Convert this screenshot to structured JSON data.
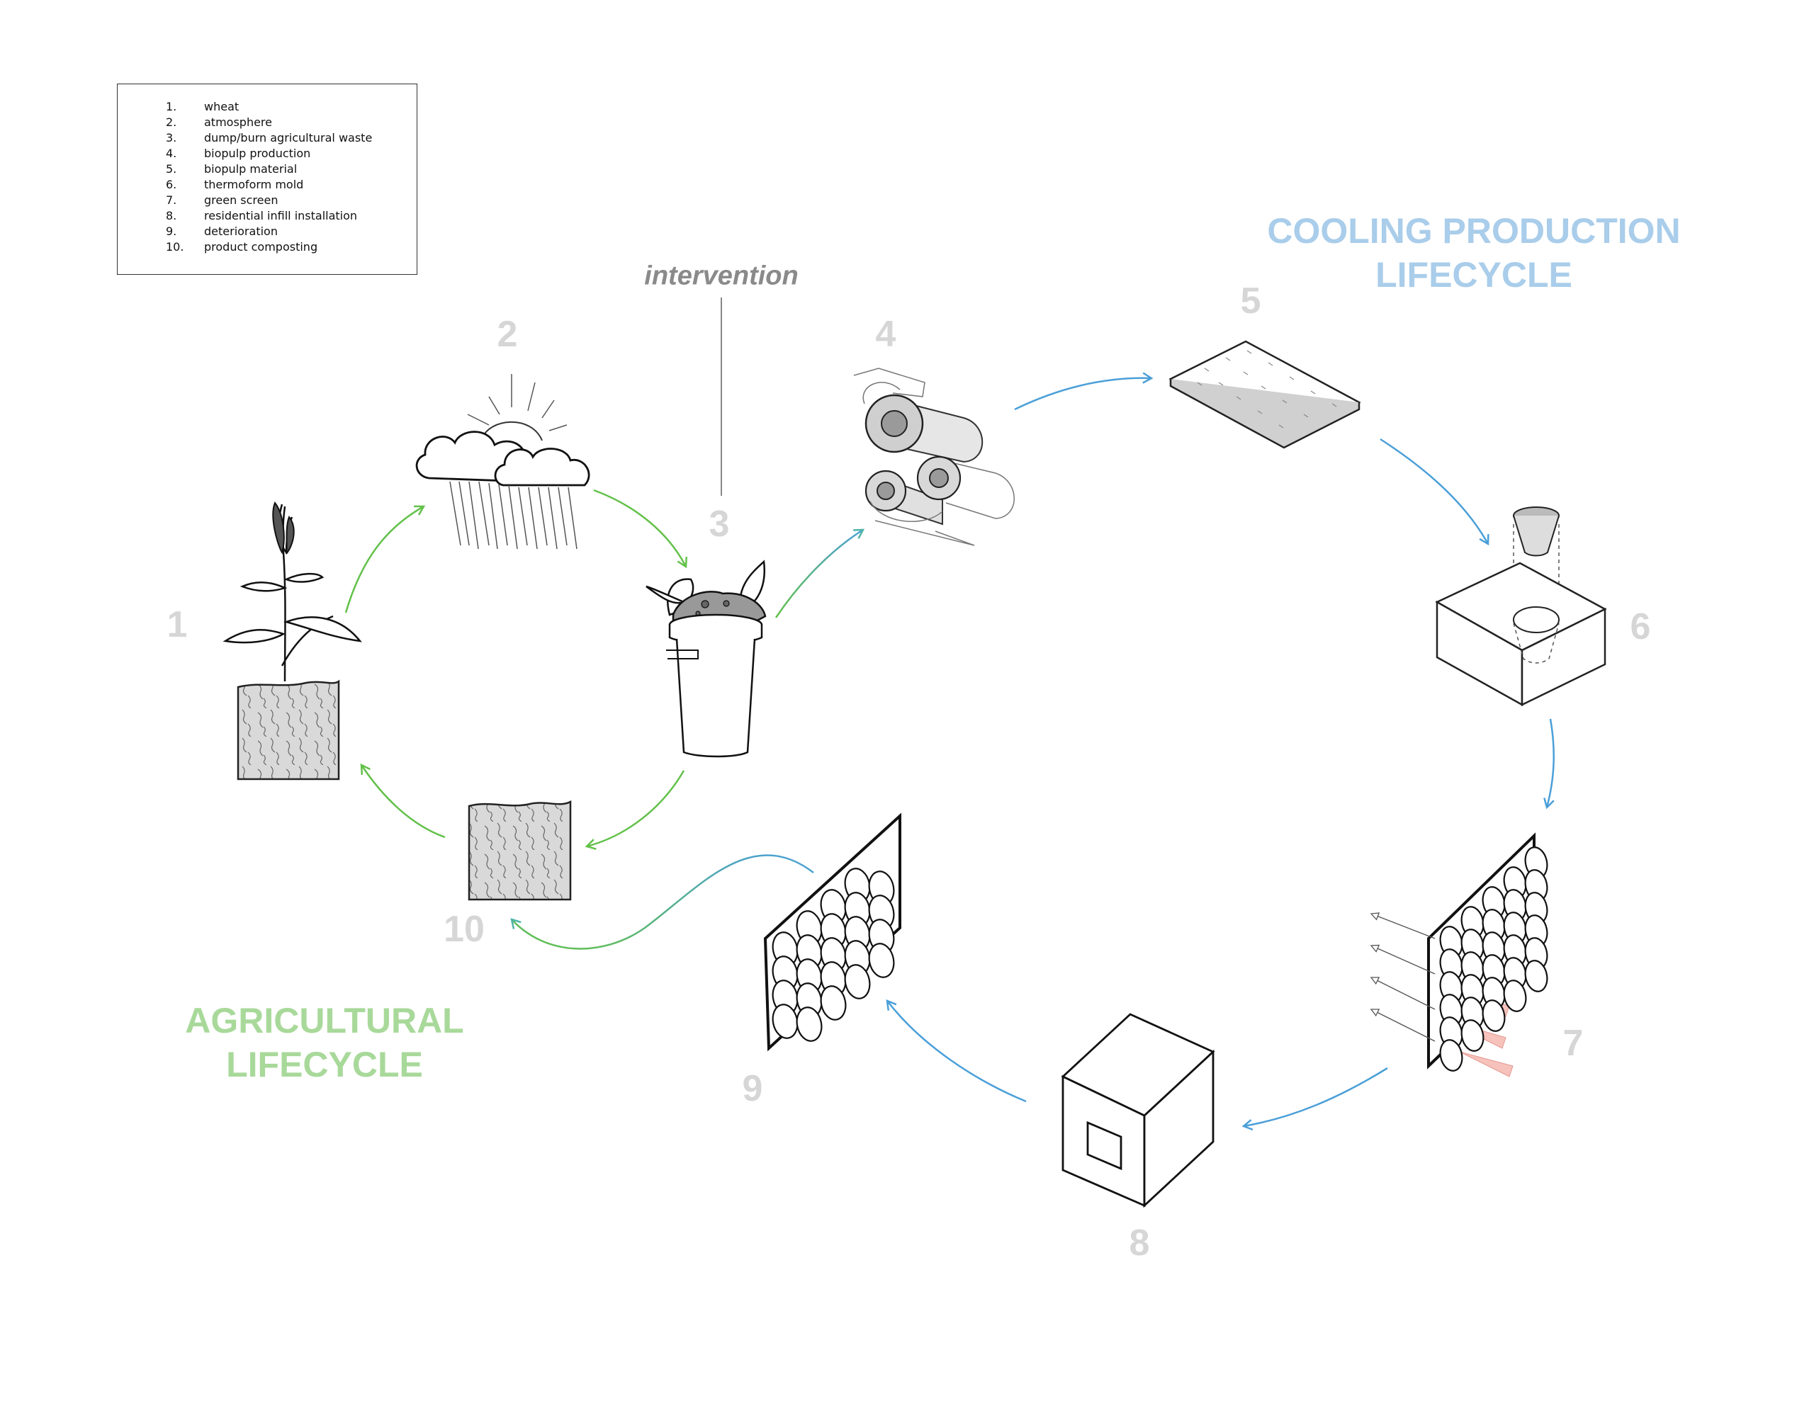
{
  "legend": {
    "items": [
      {
        "num": "1.",
        "label": "wheat"
      },
      {
        "num": "2.",
        "label": "atmosphere"
      },
      {
        "num": "3.",
        "label": "dump/burn agricultural waste"
      },
      {
        "num": "4.",
        "label": "biopulp production"
      },
      {
        "num": "5.",
        "label": "biopulp material"
      },
      {
        "num": "6.",
        "label": "thermoform mold"
      },
      {
        "num": "7.",
        "label": "green screen"
      },
      {
        "num": "8.",
        "label": "residential infill installation"
      },
      {
        "num": "9.",
        "label": "deterioration"
      },
      {
        "num": "10.",
        "label": "product composting"
      }
    ]
  },
  "stages": {
    "s1": "1",
    "s2": "2",
    "s3": "3",
    "s4": "4",
    "s5": "5",
    "s6": "6",
    "s7": "7",
    "s8": "8",
    "s9": "9",
    "s10": "10"
  },
  "intervention_label": "intervention",
  "titles": {
    "cooling_line1": "COOLING PRODUCTION",
    "cooling_line2": "LIFECYCLE",
    "agri_line1": "AGRICULTURAL",
    "agri_line2": "LIFECYCLE"
  },
  "colors": {
    "agricultural": "#63c14a",
    "cooling": "#4a9fd8",
    "cooling_title": "#a9cdea",
    "agri_title": "#a8d99a",
    "stage_number": "#d6d6d6",
    "intervention": "#8a8a8a"
  }
}
